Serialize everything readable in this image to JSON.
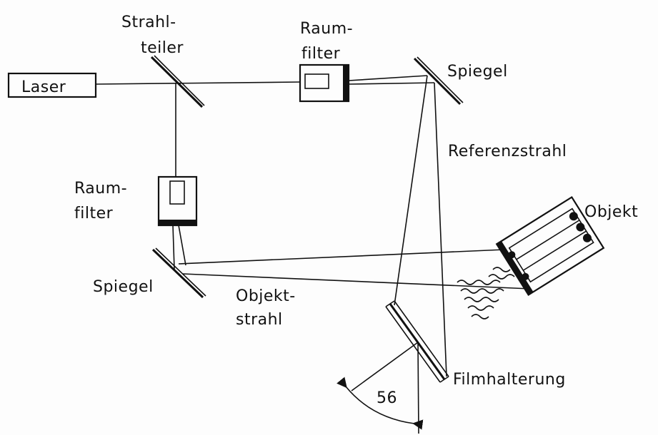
{
  "labels": {
    "laser": "Laser",
    "beamsplitter_line1": "Strahl-",
    "beamsplitter_line2": "teiler",
    "spatial_filter_top_line1": "Raum-",
    "spatial_filter_top_line2": "filter",
    "mirror_top": "Spiegel",
    "reference_beam": "Referenzstrahl",
    "spatial_filter_left_line1": "Raum-",
    "spatial_filter_left_line2": "filter",
    "object": "Objekt",
    "mirror_left": "Spiegel",
    "object_beam_line1": "Objekt-",
    "object_beam_line2": "strahl",
    "film_holder": "Filmhalterung",
    "angle": "56"
  }
}
